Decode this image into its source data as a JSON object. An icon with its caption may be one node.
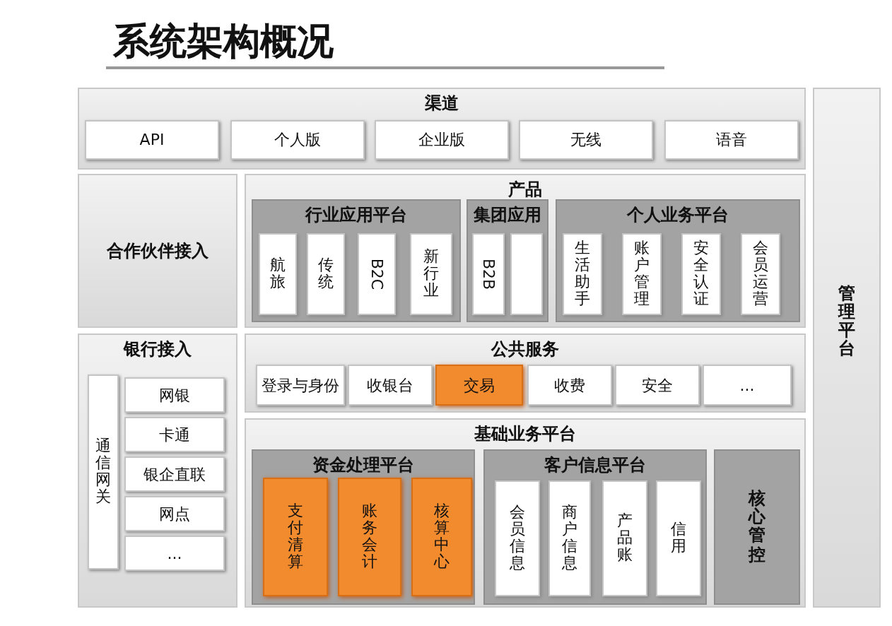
{
  "diagram": {
    "title": "系统架构概况",
    "nodes": [
      {
        "text": [
          "渠道"
        ]
      },
      {
        "text": [
          "API"
        ],
        "in": 0
      },
      {
        "text": [
          "个人版"
        ],
        "in": 0
      },
      {
        "text": [
          "企业版"
        ],
        "in": 0
      },
      {
        "text": [
          "无线"
        ],
        "in": 0
      },
      {
        "text": [
          "语音"
        ],
        "in": 0
      },
      {
        "text": [
          "合作伙伴接入"
        ]
      },
      {
        "text": [
          "产品"
        ]
      },
      {
        "text": [
          "行业应用平台"
        ],
        "in": 7
      },
      {
        "text": [
          "航旅"
        ],
        "in": 8
      },
      {
        "text": [
          "传统"
        ],
        "in": 8
      },
      {
        "text": [
          "B2C"
        ],
        "in": 8
      },
      {
        "text": [
          "新行业"
        ],
        "in": 8
      },
      {
        "text": [
          "集团应用"
        ],
        "in": 7
      },
      {
        "text": [
          "B2B"
        ],
        "in": 13
      },
      {
        "text": [],
        "shape": "box",
        "in": 13
      },
      {
        "text": [
          "个人业务平台"
        ],
        "in": 7
      },
      {
        "text": [
          "生活助手"
        ],
        "in": 16
      },
      {
        "text": [
          "账户管理"
        ],
        "in": 16
      },
      {
        "text": [
          "安全认证"
        ],
        "in": 16
      },
      {
        "text": [
          "会员运营"
        ],
        "in": 16
      },
      {
        "text": [
          "银行接入"
        ]
      },
      {
        "text": [
          "通信网关"
        ],
        "in": 21
      },
      {
        "text": [
          "网银"
        ],
        "in": 21
      },
      {
        "text": [
          "卡通"
        ],
        "in": 21
      },
      {
        "text": [
          "银企直联"
        ],
        "in": 21
      },
      {
        "text": [
          "网点"
        ],
        "in": 21
      },
      {
        "text": [
          "..."
        ],
        "in": 21
      },
      {
        "text": [
          "公共服务"
        ]
      },
      {
        "text": [
          "登录与身份"
        ],
        "in": 28
      },
      {
        "text": [
          "收银台"
        ],
        "in": 28
      },
      {
        "text": [
          "交易"
        ],
        "in": 28
      },
      {
        "text": [
          "收费"
        ],
        "in": 28
      },
      {
        "text": [
          "安全"
        ],
        "in": 28
      },
      {
        "text": [
          "..."
        ],
        "in": 28
      },
      {
        "text": [
          "基础业务平台"
        ]
      },
      {
        "text": [
          "资金处理平台"
        ],
        "in": 35
      },
      {
        "text": [
          "支付清算"
        ],
        "in": 36
      },
      {
        "text": [
          "账务会计"
        ],
        "in": 36
      },
      {
        "text": [
          "核算中心"
        ],
        "in": 36
      },
      {
        "text": [
          "客户信息平台"
        ],
        "in": 35
      },
      {
        "text": [
          "会员信息"
        ],
        "in": 40
      },
      {
        "text": [
          "商户信息"
        ],
        "in": 40
      },
      {
        "text": [
          "产品账"
        ],
        "in": 40
      },
      {
        "text": [
          "信用"
        ],
        "in": 40
      },
      {
        "text": [
          "核心管控"
        ],
        "in": 35
      },
      {
        "text": [
          "管理平台"
        ]
      }
    ]
  }
}
